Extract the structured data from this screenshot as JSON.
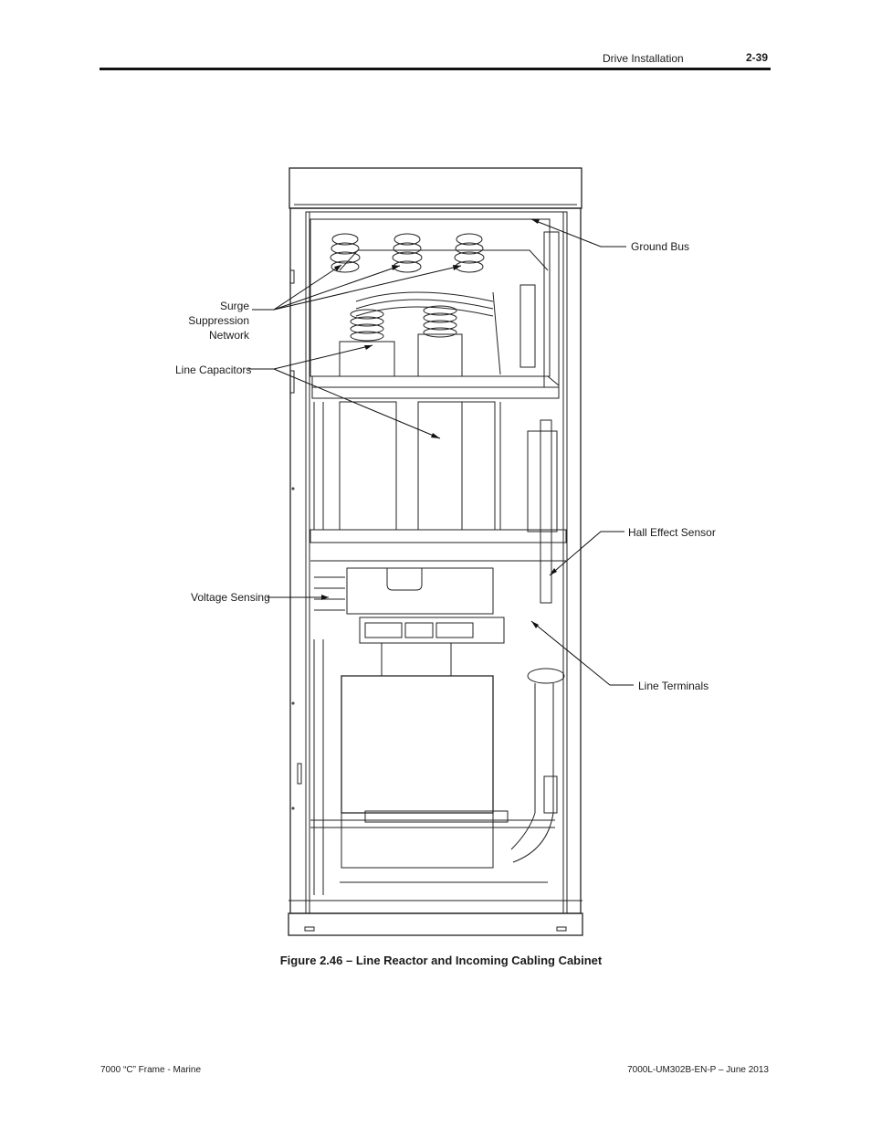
{
  "header": {
    "section": "Drive Installation",
    "page_number": "2-39"
  },
  "figure": {
    "callouts": {
      "ground_bus": "Ground Bus",
      "surge_line1": "Surge Suppression",
      "surge_line2": "Network",
      "line_capacitors": "Line Capacitors",
      "hall_effect": "Hall Effect Sensor",
      "voltage_sensing": "Voltage Sensing",
      "line_terminals": "Line Terminals"
    },
    "caption": "Figure 2.46 – Line Reactor  and Incoming Cabling Cabinet"
  },
  "footer": {
    "left": "7000 “C” Frame - Marine",
    "right": "7000L-UM302B-EN-P – June 2013"
  }
}
